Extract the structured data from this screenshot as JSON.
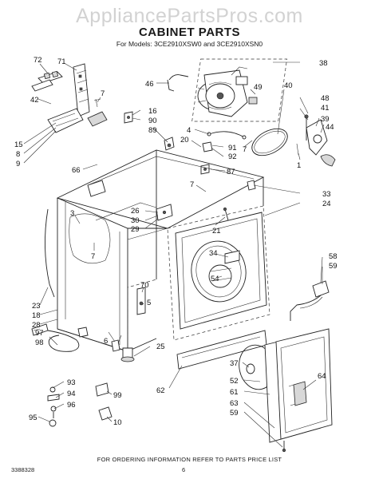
{
  "watermark": "AppliancePartsPros.com",
  "title": "CABINET PARTS",
  "subtitle": "For Models: 3CE2910XSW0 and 3CE2910XSN0",
  "footer": "FOR ORDERING INFORMATION REFER TO PARTS PRICE LIST",
  "doc_number": "3388328",
  "page_number": "6",
  "callouts": {
    "c72": "72",
    "c71": "71",
    "c38": "38",
    "c46": "46",
    "c49": "49",
    "c40": "40",
    "c42": "42",
    "c7a": "7",
    "c16": "16",
    "c90": "90",
    "c89": "89",
    "c48": "48",
    "c41": "41",
    "c39": "39",
    "c44": "44",
    "c4": "4",
    "c20": "20",
    "c91": "91",
    "c92": "92",
    "c7b": "7",
    "c1": "1",
    "c15": "15",
    "c8": "8",
    "c9": "9",
    "c66": "66",
    "c87": "87",
    "c7c": "7",
    "c33": "33",
    "c24": "24",
    "c26": "26",
    "c30": "30",
    "c29": "29",
    "c21": "21",
    "c3": "3",
    "c7d": "7",
    "c34": "34",
    "c54": "54",
    "c58": "58",
    "c59a": "59",
    "c70": "70",
    "c5": "5",
    "c23": "23",
    "c18": "18",
    "c28": "28",
    "c97": "97",
    "c98": "98",
    "c6": "6",
    "c25": "25",
    "c62": "62",
    "c37": "37",
    "c52": "52",
    "c61": "61",
    "c64": "64",
    "c63": "63",
    "c59b": "59",
    "c93": "93",
    "c94": "94",
    "c99": "99",
    "c96": "96",
    "c95": "95",
    "c10": "10"
  }
}
